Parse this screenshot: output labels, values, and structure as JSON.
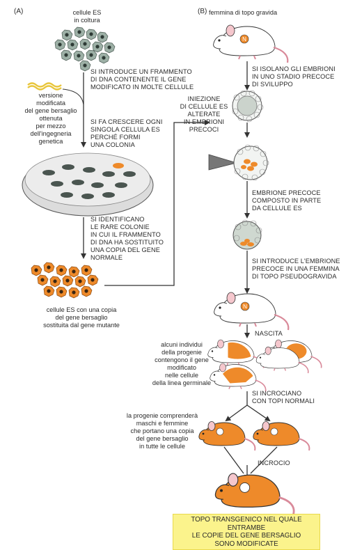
{
  "panels": {
    "a": "(A)",
    "b": "(B)"
  },
  "left": {
    "es_cells_culture": "cellule ES\nin coltura",
    "step1": "SI INTRODUCE UN FRAMMENTO\nDI DNA CONTENENTE IL GENE\nMODIFICATO IN MOLTE CELLULE",
    "modified_version": "versione\nmodificata\ndel gene bersaglio\nottenuta\nper mezzo\ndell'ingegneria\ngenetica",
    "step2": "SI FA CRESCERE OGNI\nSINGOLA CELLULA ES\nPERCHÉ FORMI\nUNA COLONIA",
    "step3": "SI IDENTIFICANO\nLE RARE COLONIE\nIN CUI IL FRAMMENTO\nDI DNA HA SOSTITUITO\nUNA COPIA DEL GENE\nNORMALE",
    "es_cells_result": "cellule ES con una copia\ndel gene bersaglio\nsostituita dal gene mutante"
  },
  "right": {
    "pregnant_female": "femmina di topo gravida",
    "step_isolate": "SI ISOLANO GLI EMBRIONI\nIN UNO STADIO PRECOCE\nDI SVILUPPO",
    "injection": "INIEZIONE\nDI CELLULE ES\nALTERATE\nIN EMBRIONI\nPRECOCI",
    "early_embryo": "EMBRIONE PRECOCE\nCOMPOSTO IN PARTE\nDA CELLULE ES",
    "step_introduce": "SI INTRODUCE L'EMBRIONE\nPRECOCE IN UNA FEMMINA\nDI TOPO PSEUDOGRAVIDA",
    "birth": "NASCITA",
    "germline_note": "alcuni individui\ndella progenie\ncontengono il gene\nmodificato\nnelle cellule\ndella linea germinale",
    "cross_normal": "SI INCROCIANO\nCON TOPI NORMALI",
    "progeny_note": "la progenie comprenderà\nmaschi e femmine\nche portano una copia\ndel gene bersaglio\nin tutte le cellule",
    "cross": "INCROCIO",
    "final": "TOPO TRANSGENICO NEL QUALE ENTRAMBE\nLE COPIE DEL GENE BERSAGLIO\nSONO MODIFICATE"
  },
  "icons": {
    "mouse_badge": "N"
  },
  "colors": {
    "orange": "#ee8a2a",
    "cell_gray": "#8fa39a",
    "highlight": "#fbf38c",
    "line": "#333333"
  }
}
